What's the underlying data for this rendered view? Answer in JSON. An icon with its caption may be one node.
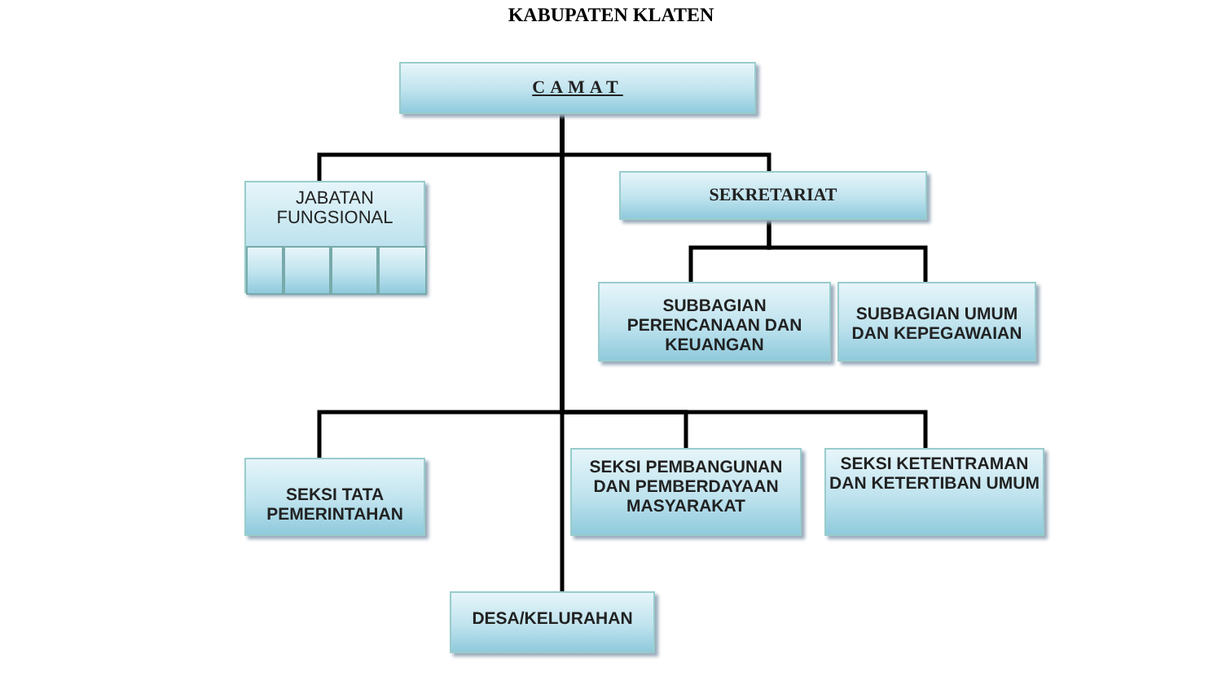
{
  "diagram": {
    "title": "KABUPATEN KLATEN",
    "nodes": [
      {
        "text": [
          "CAMAT"
        ]
      },
      {
        "text": [
          "JABATAN FUNGSIONAL"
        ]
      },
      {
        "text": [],
        "shape": "box",
        "in": 1
      },
      {
        "text": [],
        "shape": "box",
        "in": 1
      },
      {
        "text": [],
        "shape": "box",
        "in": 1
      },
      {
        "text": [],
        "shape": "box",
        "in": 1
      },
      {
        "text": [
          "SEKRETARIAT"
        ]
      },
      {
        "text": [
          "SUBBAGIAN PERENCANAAN DAN KEUANGAN"
        ]
      },
      {
        "text": [
          "SUBBAGIAN UMUM DAN KEPEGAWAIAN"
        ]
      },
      {
        "text": [
          "SEKSI TATA PEMERINTAHAN"
        ]
      },
      {
        "text": [
          "SEKSI PEMBANGUNAN DAN PEMBERDAYAAN MASYARAKAT"
        ]
      },
      {
        "text": [
          "SEKSI KETENTRAMAN DAN KETERTIBAN UMUM"
        ]
      },
      {
        "text": [
          "DESA/KELURAHAN"
        ]
      }
    ],
    "edges": [
      {
        "from": 0,
        "to": 1,
        "arrow": "none"
      },
      {
        "from": 0,
        "to": 6,
        "arrow": "none"
      },
      {
        "from": 6,
        "to": 7,
        "arrow": "none"
      },
      {
        "from": 6,
        "to": 8,
        "arrow": "none"
      },
      {
        "from": 0,
        "to": 9,
        "arrow": "none"
      },
      {
        "from": 0,
        "to": 10,
        "arrow": "none"
      },
      {
        "from": 0,
        "to": 11,
        "arrow": "none"
      },
      {
        "from": 0,
        "to": 12,
        "arrow": "none"
      }
    ]
  }
}
